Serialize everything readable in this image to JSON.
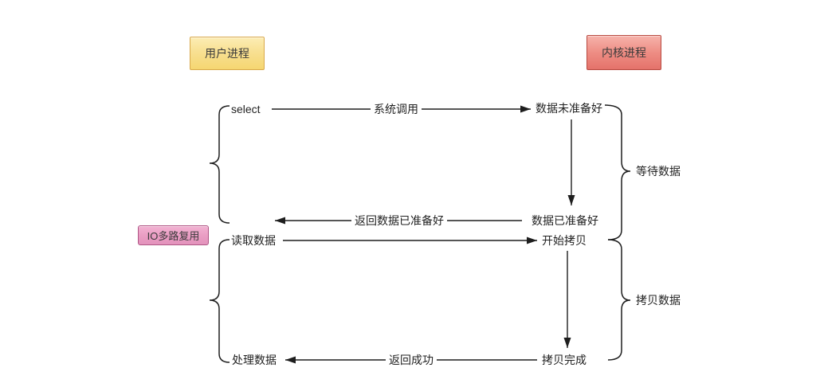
{
  "diagram": {
    "boxes": {
      "user_process": {
        "label": "用户进程"
      },
      "kernel_process": {
        "label": "内核进程"
      },
      "io_multiplexing": {
        "label": "IO多路复用"
      }
    },
    "nodes": {
      "select": {
        "label": "select"
      },
      "data_not_ready": {
        "label": "数据未准备好"
      },
      "data_ready": {
        "label": "数据已准备好"
      },
      "read_data": {
        "label": "读取数据"
      },
      "start_copy": {
        "label": "开始拷贝"
      },
      "process_data": {
        "label": "处理数据"
      },
      "copy_complete": {
        "label": "拷贝完成"
      }
    },
    "edge_labels": {
      "system_call": "系统调用",
      "return_data_ready": "返回数据已准备好",
      "return_success": "返回成功"
    },
    "phase_labels": {
      "wait_data": "等待数据",
      "copy_data": "拷贝数据"
    },
    "colors": {
      "background": "#FFFFFF",
      "line": "#1E1E1E",
      "text": "#222222",
      "user_box_fill": "#F8E092",
      "user_box_border": "#D9A94A",
      "kernel_box_fill": "#EE8D84",
      "kernel_box_border": "#B84A41",
      "io_box_fill": "#EA9EC4",
      "io_box_border": "#AE5484"
    }
  }
}
